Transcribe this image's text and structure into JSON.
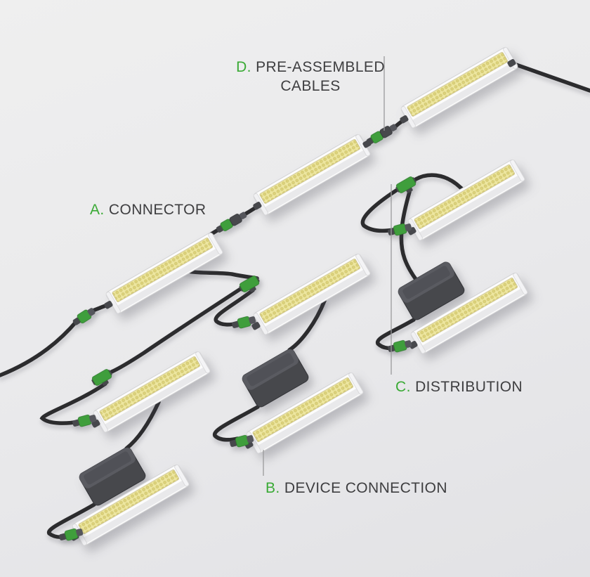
{
  "labels": {
    "a": {
      "prefix": "A.",
      "text": "CONNECTOR"
    },
    "b": {
      "prefix": "B.",
      "text": "DEVICE CONNECTION"
    },
    "c": {
      "prefix": "C.",
      "text": "DISTRIBUTION"
    },
    "d": {
      "prefix": "D.",
      "line1": "PRE-ASSEMBLED",
      "line2": "CABLES"
    }
  },
  "colors": {
    "accent_green": "#3aaa35",
    "connector_green": "#3f9e3c",
    "label_text": "#3e3e40",
    "cable": "#2c2c2e",
    "callout_line": "#9a9a9c",
    "background": "#e9e9eb",
    "bar_body": "#fcfcfc",
    "led_panel": "#ede69f",
    "distribution_box": "#47484c"
  },
  "scene": {
    "light_bars": 9,
    "distribution_boxes": 3,
    "t_connectors": 3,
    "inline_connector_pairs": 2
  }
}
